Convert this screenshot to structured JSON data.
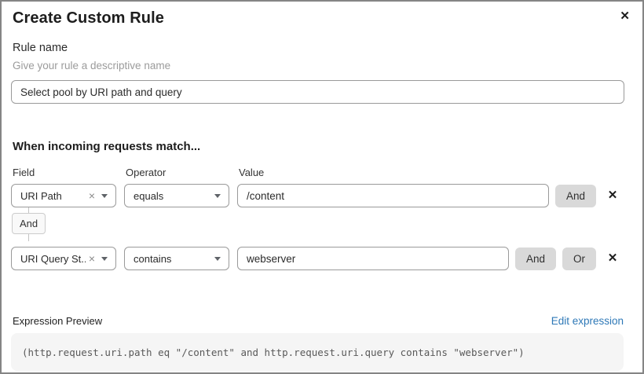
{
  "modal": {
    "title": "Create Custom Rule"
  },
  "icons": {
    "close": "✕",
    "clear": "×",
    "remove": "✕"
  },
  "rule_name": {
    "label": "Rule name",
    "hint": "Give your rule a descriptive name",
    "value": "Select pool by URI path and query"
  },
  "matcher": {
    "heading": "When incoming requests match...",
    "columns": {
      "field": "Field",
      "operator": "Operator",
      "value": "Value"
    },
    "connector_label": "And",
    "rows": [
      {
        "field": "URI Path",
        "operator": "equals",
        "value": "/content",
        "and_label": "And"
      },
      {
        "field": "URI Query St...",
        "operator": "contains",
        "value": "webserver",
        "and_label": "And",
        "or_label": "Or"
      }
    ]
  },
  "expression": {
    "label": "Expression Preview",
    "edit_link": "Edit expression",
    "code": "(http.request.uri.path eq \"/content\" and http.request.uri.query contains \"webserver\")"
  },
  "colors": {
    "link": "#2e78b7",
    "conjunction_button_bg": "#d9d9d9",
    "code_bg": "#f5f5f5"
  }
}
